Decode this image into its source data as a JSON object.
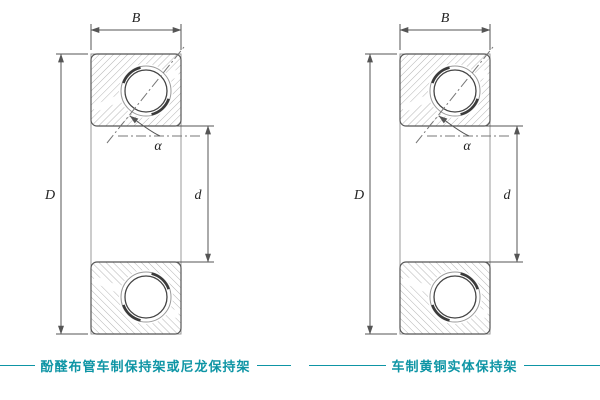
{
  "labels": {
    "width": "B",
    "outer_diameter": "D",
    "bore": "d",
    "contact_angle": "α"
  },
  "figures": [
    {
      "caption": "酚醛布管车制保持架或尼龙保持架"
    },
    {
      "caption": "车制黄铜实体保持架"
    }
  ],
  "colors": {
    "caption_teal": "#0e95a5",
    "drawing_line": "#555555",
    "hatch_gray": "#b5b5b5"
  }
}
